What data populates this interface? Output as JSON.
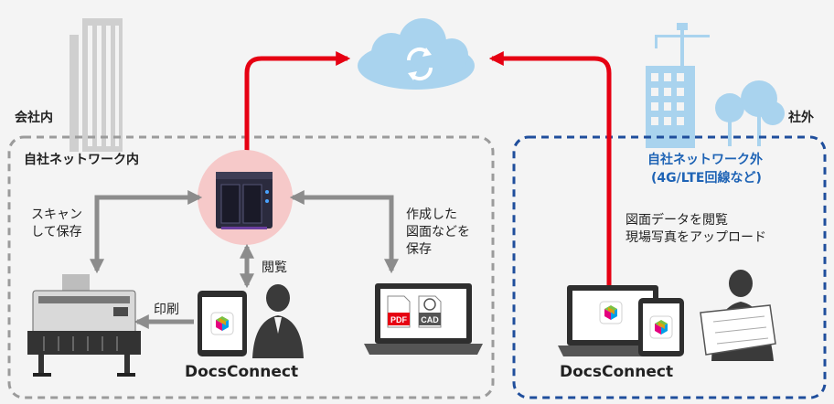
{
  "labels": {
    "inside_company": "会社内",
    "outside_company": "社外",
    "internal_network": "自社ネットワーク内",
    "external_network_line1": "自社ネットワーク外",
    "external_network_line2": "(4G/LTE回線など)",
    "scan_save_line1": "スキャン",
    "scan_save_line2": "して保存",
    "create_save_line1": "作成した",
    "create_save_line2": "図面などを",
    "create_save_line3": "保存",
    "browse": "閲覧",
    "print": "印刷",
    "remote_line1": "図面データを閲覧",
    "remote_line2": "現場写真をアップロード",
    "docsconnect_left": "DocsConnect",
    "docsconnect_right": "DocsConnect",
    "pdf_icon": "PDF",
    "cad_icon": "CAD"
  },
  "colors": {
    "background": "#f4f4f4",
    "arrow_red": "#e60012",
    "arrow_gray": "#8c8c8c",
    "internal_border": "#9b9b9b",
    "external_border": "#1f4e9c",
    "external_text": "#1e63b5",
    "cloud": "#a9d3ee",
    "building_gray": "#cfcfcf",
    "building_blue": "#a9d3ee",
    "nas_glow": "#f6c9c9",
    "nas_body": "#2b2b3e"
  },
  "icons": [
    "cloud-sync-icon",
    "office-building-icon",
    "construction-site-icon",
    "nas-icon",
    "printer-icon",
    "tablet-icon",
    "laptop-icon",
    "person-icon",
    "pdf-icon",
    "cad-icon",
    "app-cube-icon"
  ]
}
